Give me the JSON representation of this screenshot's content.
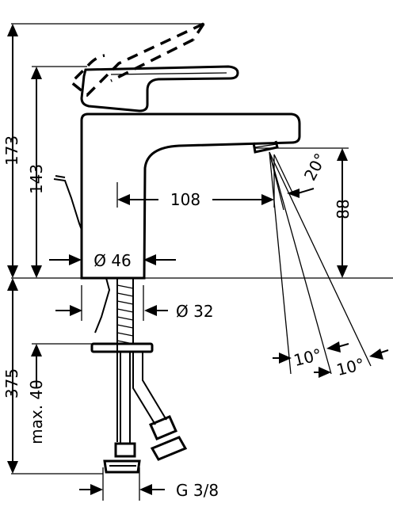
{
  "dimensions": {
    "overall_height": "173",
    "spout_top_height": "143",
    "below_counter_length": "375",
    "max_counter_thickness": "max. 40",
    "spout_reach": "108",
    "spout_height": "88",
    "body_diameter": "Ø 46",
    "shank_diameter": "Ø 32",
    "connection_thread": "G 3/8",
    "spray_angle": "20°",
    "spray_angle_inner": "10°",
    "spray_angle_outer": "10°"
  }
}
